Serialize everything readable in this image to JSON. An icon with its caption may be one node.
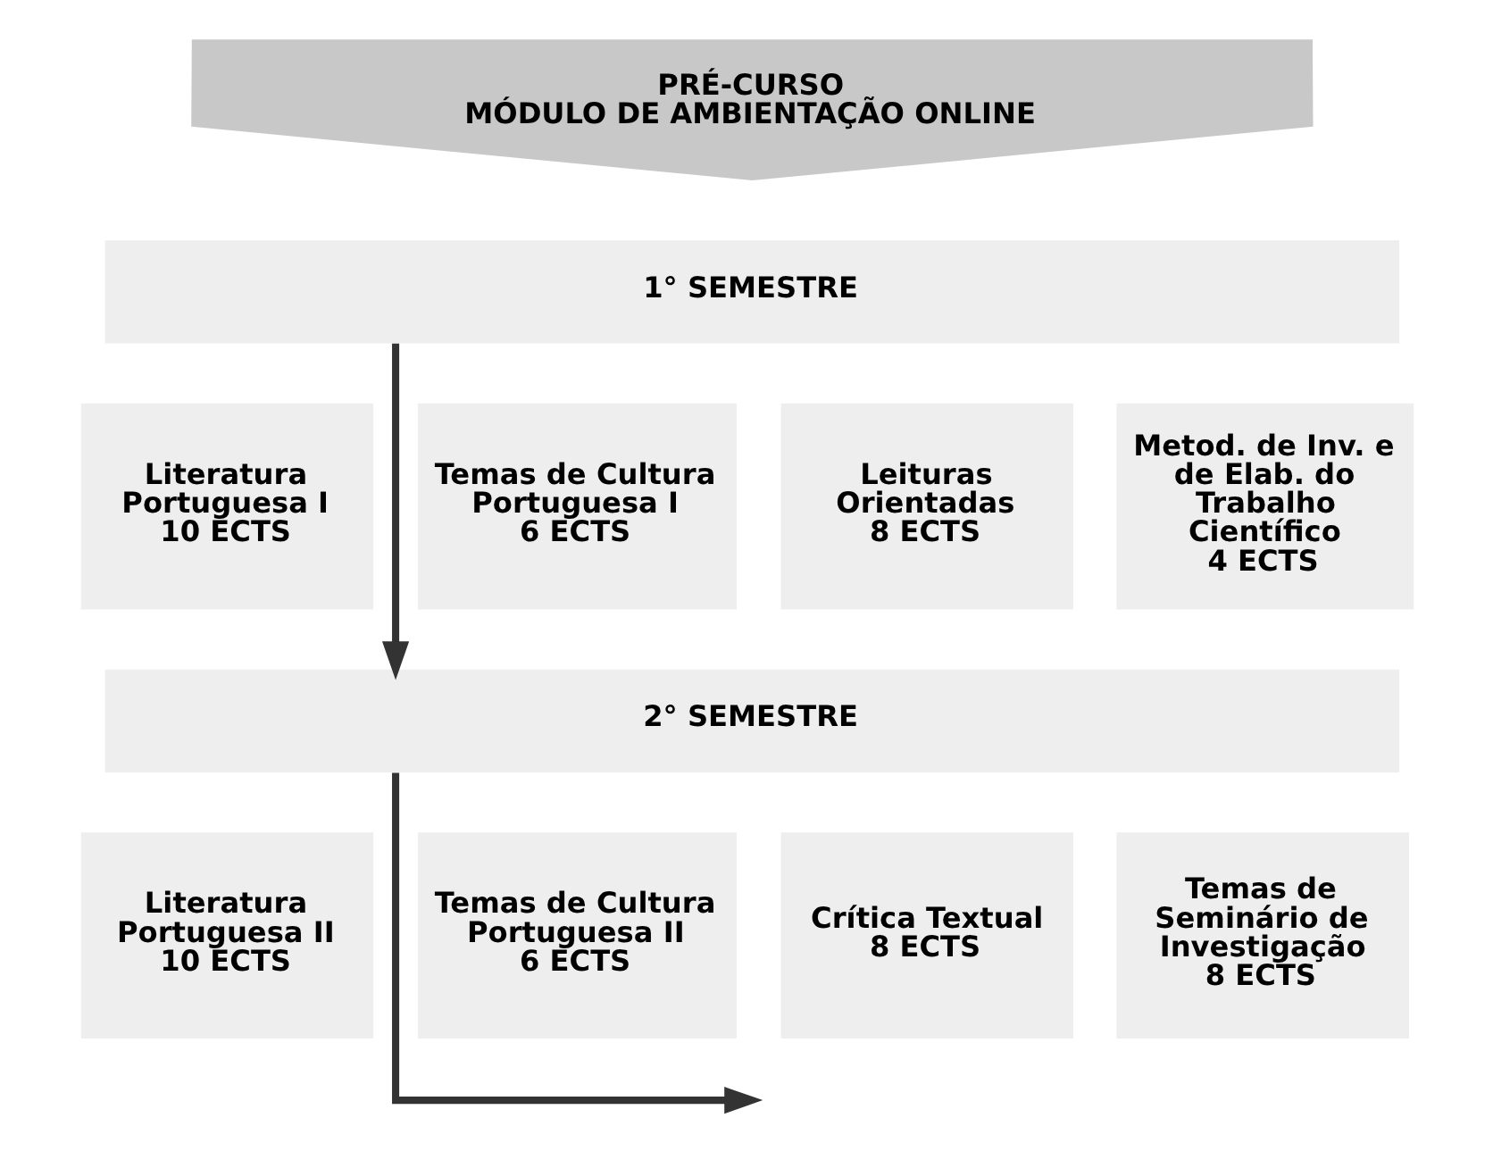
{
  "diagram": {
    "nodes": [
      {
        "text": [
          "PRÉ-CURSO",
          "MÓDULO DE AMBIENTAÇÃO ONLINE"
        ]
      },
      {
        "text": [
          "1° SEMESTRE"
        ]
      },
      {
        "text": [
          "Literatura Portuguesa I",
          "10 ECTS"
        ]
      },
      {
        "text": [
          "Temas de Cultura Portuguesa I",
          "6 ECTS"
        ]
      },
      {
        "text": [
          "Leituras Orientadas",
          "8 ECTS"
        ]
      },
      {
        "text": [
          "Metod. de Inv. e de Elab. do Trabalho Científico",
          "4 ECTS"
        ]
      },
      {
        "text": [
          "2° SEMESTRE"
        ]
      },
      {
        "text": [
          "Literatura Portuguesa II",
          "10 ECTS"
        ]
      },
      {
        "text": [
          "Temas de Cultura Portuguesa II",
          "6 ECTS"
        ]
      },
      {
        "text": [
          "Crítica Textual",
          "8 ECTS"
        ]
      },
      {
        "text": [
          "Temas de Seminário de Investigação",
          "8 ECTS"
        ]
      }
    ],
    "edges": [
      {
        "from": 1,
        "to": 6,
        "arrow": "to"
      },
      {
        "from": 6,
        "to": null,
        "arrow": "to"
      }
    ]
  }
}
